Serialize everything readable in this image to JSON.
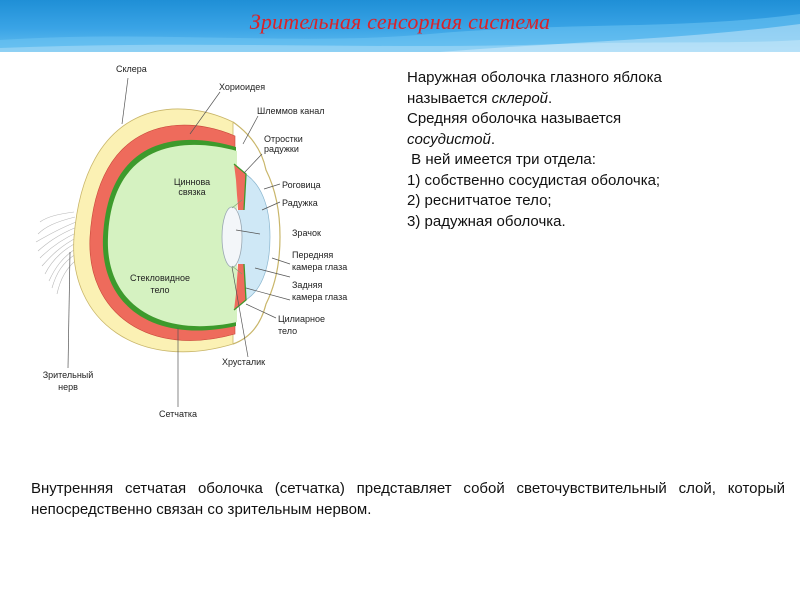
{
  "header": {
    "title": "Зрительная сенсорная система",
    "background": "#2a9ae0",
    "title_color": "#d8232a"
  },
  "diagram": {
    "labels": {
      "sclera": "Склера",
      "choroid": "Хориоидея",
      "schlemm": "Шлеммов канал",
      "processes_1": "Отростки",
      "processes_2": "радужки",
      "zonule_1": "Циннова",
      "zonule_2": "связка",
      "cornea": "Роговица",
      "iris": "Радужка",
      "pupil": "Зрачок",
      "anterior_1": "Передняя",
      "anterior_2": "камера глаза",
      "posterior_1": "Задняя",
      "posterior_2": "камера глаза",
      "ciliary_1": "Цилиарное",
      "ciliary_2": "тело",
      "vitreous_1": "Стекловидное",
      "vitreous_2": "тело",
      "lens": "Хрусталик",
      "optic_1": "Зрительный",
      "optic_2": "нерв",
      "retina": "Сетчатка"
    },
    "colors": {
      "sclera": "#fbf1b4",
      "choroid": "#ee6b5c",
      "retina": "#3d9a2c",
      "vitreous": "#d5f2c1",
      "cornea": "#cfe8f6",
      "lens": "#f3f6f9"
    }
  },
  "text": {
    "p1_line1": "Наружная оболочка глазного яблока",
    "p1_line2_pre": "называется ",
    "p1_line2_em": "склерой",
    "p1_line2_post": ".",
    "p2_line1": "Средняя оболочка называется",
    "p2_line2_em": "сосудистой",
    "p2_line2_post": ".",
    "p3": " В ней имеется три отдела:",
    "item1": "1) собственно сосудистая оболочка;",
    "item2": "2) реснитчатое тело;",
    "item3": "3) радужная оболочка.",
    "bottom": "Внутренняя сетчатая оболочка (сетчатка) представляет собой светочувствительный слой, который непосредственно связан со зрительным нервом."
  }
}
